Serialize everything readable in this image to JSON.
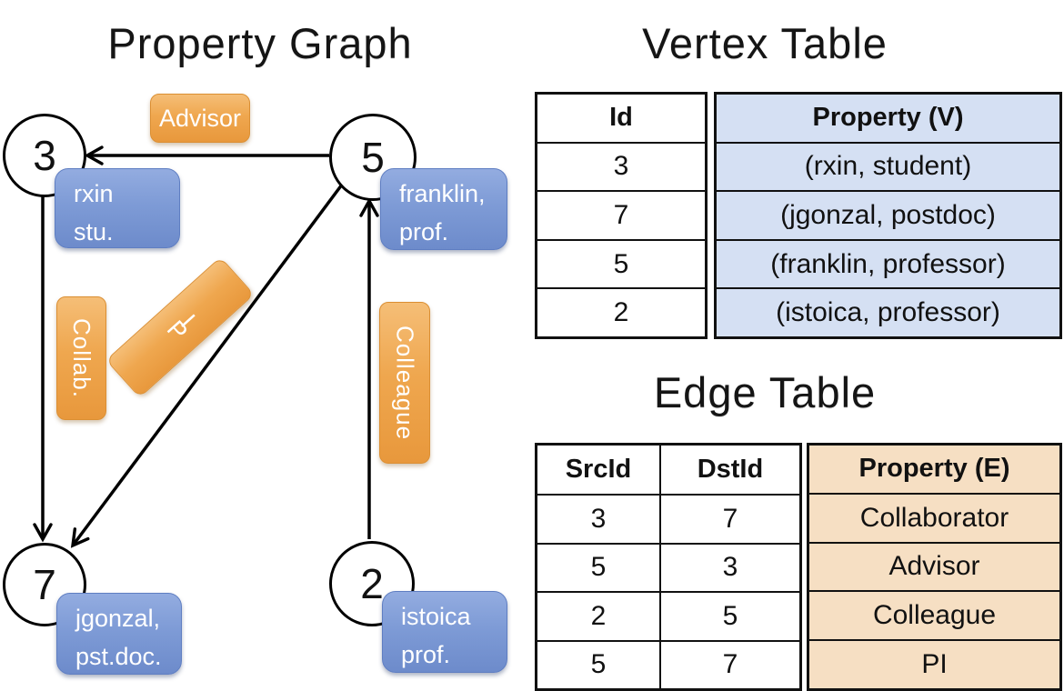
{
  "graph": {
    "title": "Property Graph",
    "nodes": [
      {
        "id": "3",
        "property_line1": "rxin",
        "property_line2": "stu."
      },
      {
        "id": "5",
        "property_line1": "franklin,",
        "property_line2": "prof."
      },
      {
        "id": "7",
        "property_line1": "jgonzal,",
        "property_line2": "pst.doc."
      },
      {
        "id": "2",
        "property_line1": "istoica",
        "property_line2": "prof."
      }
    ],
    "edges": [
      {
        "src": "5",
        "dst": "3",
        "label": "Advisor"
      },
      {
        "src": "3",
        "dst": "7",
        "label": "Collab."
      },
      {
        "src": "5",
        "dst": "7",
        "label": "PI"
      },
      {
        "src": "2",
        "dst": "5",
        "label": "Colleague"
      }
    ]
  },
  "vertex_table": {
    "title": "Vertex Table",
    "id_header": "Id",
    "property_header": "Property (V)",
    "rows": [
      {
        "id": "3",
        "property": "(rxin, student)"
      },
      {
        "id": "7",
        "property": "(jgonzal, postdoc)"
      },
      {
        "id": "5",
        "property": "(franklin, professor)"
      },
      {
        "id": "2",
        "property": "(istoica, professor)"
      }
    ]
  },
  "edge_table": {
    "title": "Edge Table",
    "src_header": "SrcId",
    "dst_header": "DstId",
    "property_header": "Property (E)",
    "rows": [
      {
        "src": "3",
        "dst": "7",
        "property": "Collaborator"
      },
      {
        "src": "5",
        "dst": "3",
        "property": "Advisor"
      },
      {
        "src": "2",
        "dst": "5",
        "property": "Colleague"
      },
      {
        "src": "5",
        "dst": "7",
        "property": "PI"
      }
    ]
  },
  "colors": {
    "edge_label_orange": "#EFA74F",
    "vertex_label_blue": "#7E9BD6",
    "vertex_table_fill": "#D5E0F3",
    "edge_table_fill": "#F6DFC3",
    "line_black": "#000000"
  }
}
